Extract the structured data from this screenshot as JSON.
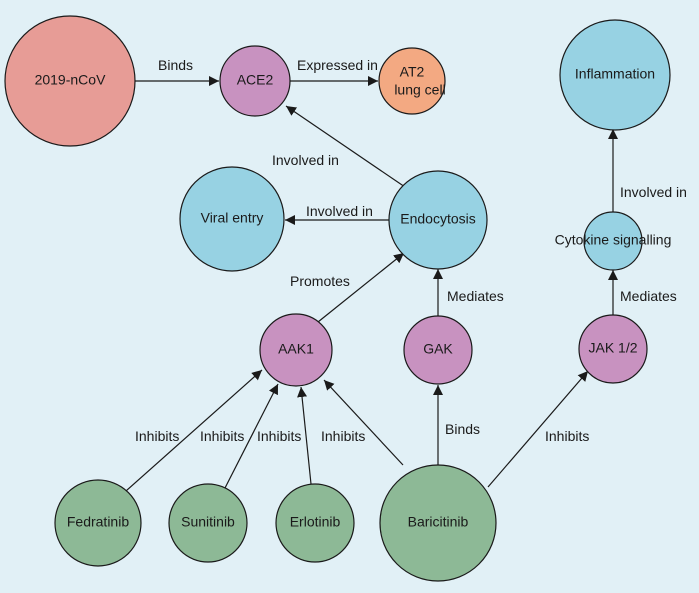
{
  "colors": {
    "background": "#e1f0f6",
    "virus": "#e79c96",
    "cell": "#f3a982",
    "process": "#97d2e3",
    "protein": "#c892c0",
    "drug": "#8db996"
  },
  "nodes": {
    "ncov": "2019-nCoV",
    "ace2": "ACE2",
    "at2": [
      "AT2",
      "lung cell"
    ],
    "inflammation": "Inflammation",
    "viral_entry": "Viral entry",
    "endocytosis": "Endocytosis",
    "cytokine": "Cytokine signalling",
    "aak1": "AAK1",
    "gak": "GAK",
    "jak": "JAK 1/2",
    "fedratinib": "Fedratinib",
    "sunitinib": "Sunitinib",
    "erlotinib": "Erlotinib",
    "baricitinib": "Baricitinib"
  },
  "edges": {
    "binds_ace2": "Binds",
    "expressed_in": "Expressed in",
    "endo_ace2": "Involved in",
    "endo_viral": "Involved in",
    "cyto_inflam": "Involved in",
    "aak1_promotes": "Promotes",
    "gak_mediates": "Mediates",
    "jak_mediates": "Mediates",
    "fed_inhibits": "Inhibits",
    "sun_inhibits": "Inhibits",
    "erl_inhibits": "Inhibits",
    "bar_inhibits_aak1": "Inhibits",
    "bar_binds_gak": "Binds",
    "bar_inhibits_jak": "Inhibits"
  }
}
